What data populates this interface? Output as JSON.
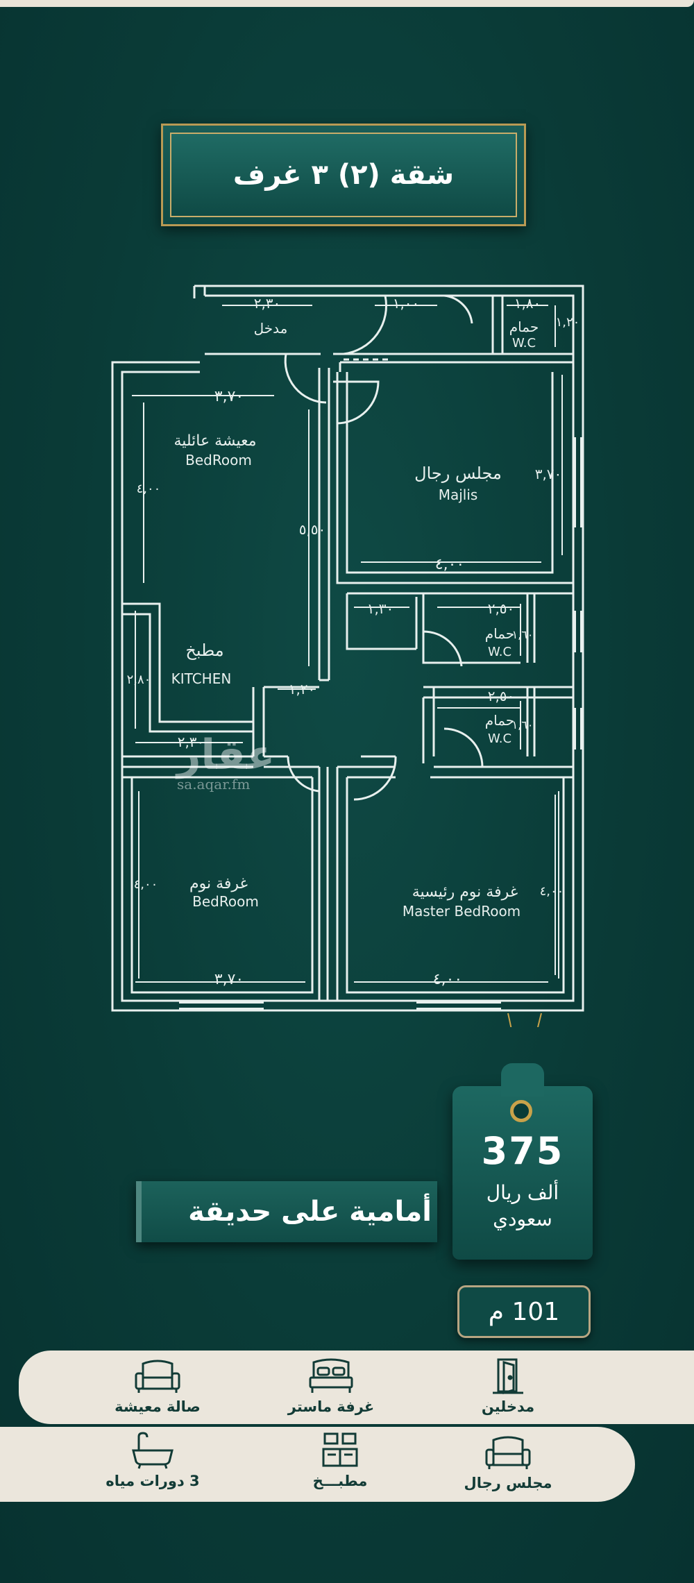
{
  "banner": {
    "title": "شقة (٢)  ٣ غرف"
  },
  "plan": {
    "rooms": {
      "majlis_ar": "مجلس رجال",
      "majlis_en": "Majlis",
      "living_ar": "معيشة عائلية",
      "living_en": "BedRoom",
      "kitchen_ar": "مطبخ",
      "kitchen_en": "KITCHEN",
      "entrance_ar": "مدخل",
      "wc_ar": "حمام",
      "wc_en": "W.C",
      "bed_ar": "غرفة نوم",
      "bed_en": "BedRoom",
      "master_ar": "غرفة نوم رئيسية",
      "master_en": "Master BedRoom"
    },
    "dims": {
      "d230": "٢,٣٠",
      "d100": "١,٠٠",
      "d180": "١,٨٠",
      "d120v": "١,٢٠",
      "d370": "٣,٧٠",
      "d400": "٤,٠٠",
      "d550": "٥,٥٠",
      "d370v": "٣,٧٠",
      "d130": "١,٣٠",
      "d250a": "٢,٥٠",
      "d160a": "١,٦٠",
      "d280": "٢,٨٠",
      "d120": "١,٢٠",
      "d250b": "٢,٥٠",
      "d160b": "١,٦٠",
      "d230b": "٢,٣٠",
      "d400v1": "٤,٠٠",
      "d400v2": "٤,٠٠",
      "d400v3": "٤,٠٠",
      "d370b": "٣,٧٠",
      "d400b": "٤,٠٠"
    }
  },
  "watermark": {
    "brand": "عقار",
    "url": "sa.aqar.fm"
  },
  "price": {
    "value": "375",
    "unit_line1": "ألف ريال",
    "unit_line2": "سعودي"
  },
  "area": {
    "label": "101 م"
  },
  "feature": {
    "label": "أمامية على حديقة"
  },
  "amenities": {
    "row1": [
      {
        "icon": "door-icon",
        "label": "مدخلين"
      },
      {
        "icon": "bed-icon",
        "label": "غرفة ماستر"
      },
      {
        "icon": "sofa-icon",
        "label": "صالة معيشة"
      }
    ],
    "row2": [
      {
        "icon": "sofa-icon",
        "label": "مجلس رجال"
      },
      {
        "icon": "kitchen-icon",
        "label": "مطبـــخ"
      },
      {
        "icon": "bathtub-icon",
        "label": "3 دورات مياه"
      }
    ]
  },
  "colors": {
    "bg": "#0a3b37",
    "gold": "#c9a24a",
    "cream": "#ebe6dc",
    "line": "#e8f0ee"
  }
}
